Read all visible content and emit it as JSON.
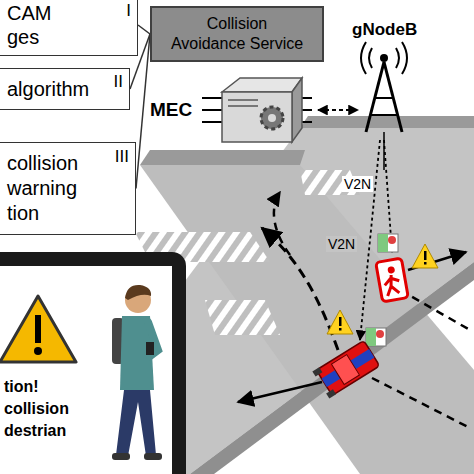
{
  "diagram": {
    "nodes": [
      {
        "text": [
          "Collision Avoidance Service"
        ]
      },
      {
        "text": [
          "CAM ges",
          "I"
        ]
      },
      {
        "text": [
          "algorithm",
          "II"
        ]
      },
      {
        "text": [
          "collision warning tion",
          "III"
        ]
      },
      {
        "text": [
          "tion! collision destrian"
        ]
      }
    ],
    "edges": [
      {
        "from": 0,
        "to": 1,
        "arrow": "none"
      },
      {
        "from": 0,
        "to": 2,
        "arrow": "none"
      },
      {
        "from": 0,
        "to": 3,
        "arrow": "none"
      }
    ],
    "labels": [
      "MEC",
      "gNodeB",
      "V2N",
      "V2N"
    ]
  }
}
